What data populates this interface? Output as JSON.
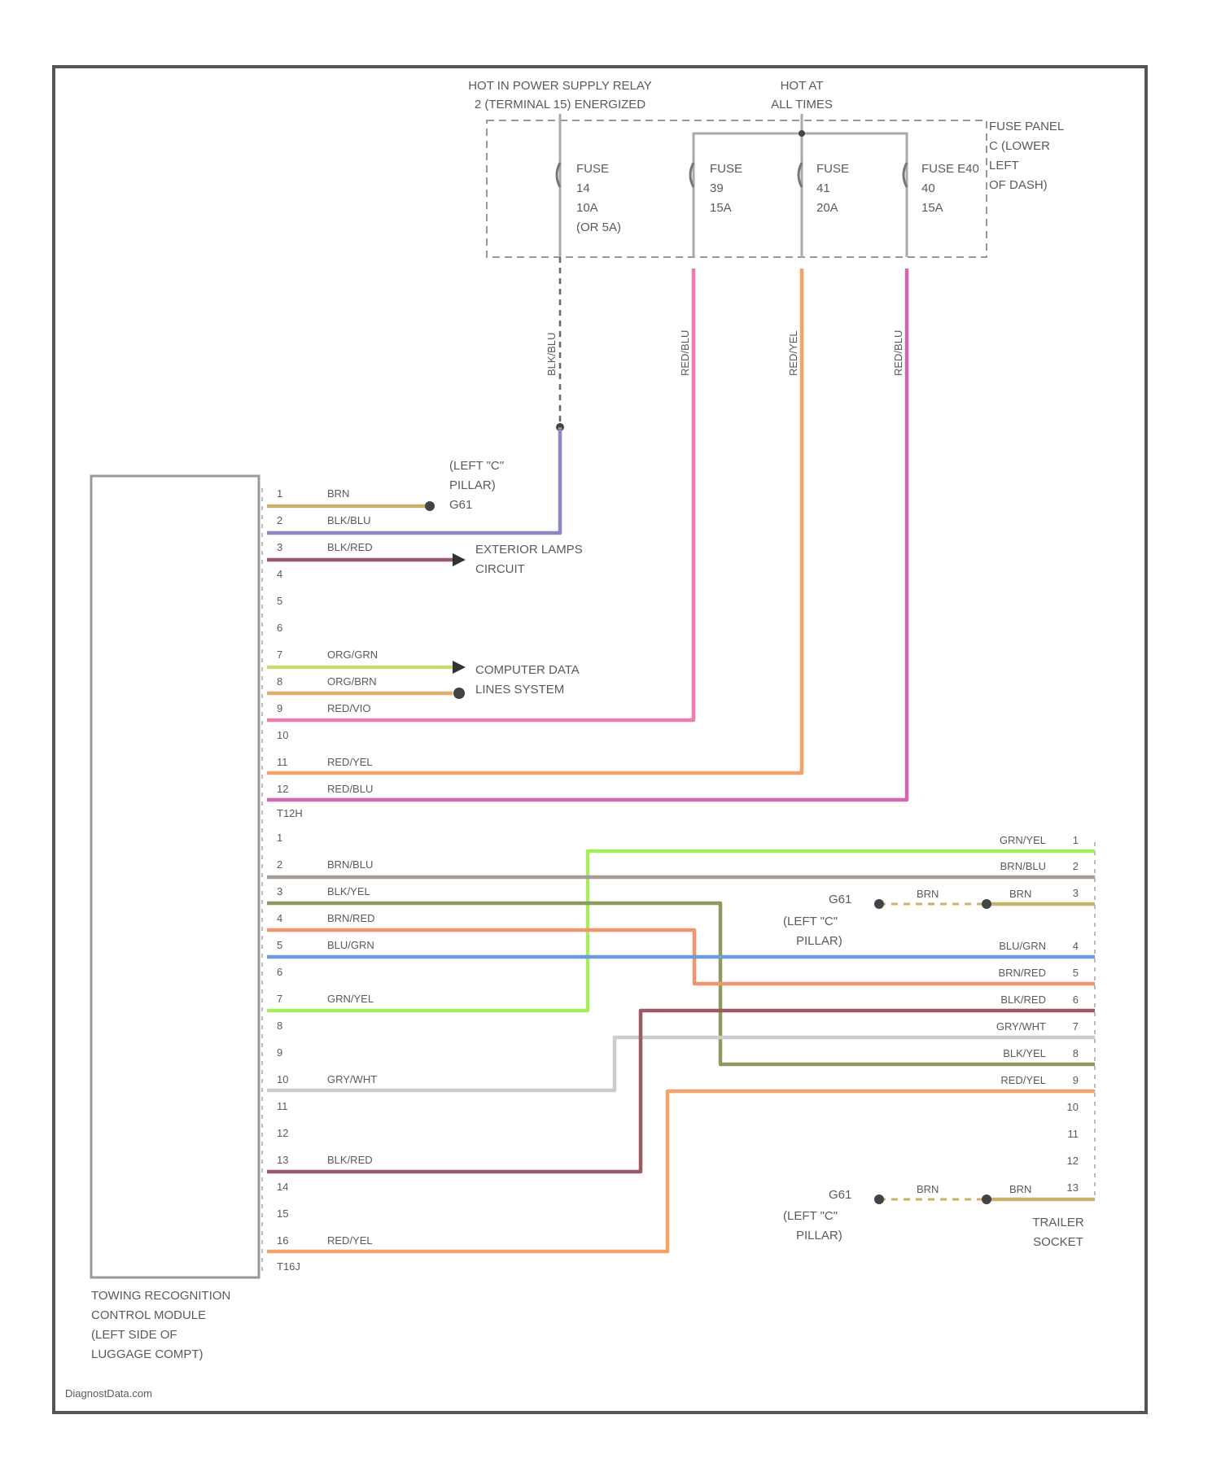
{
  "header": {
    "relay_line1": "HOT IN POWER SUPPLY RELAY",
    "relay_line2": "2 (TERMINAL 15) ENERGIZED",
    "hot_line1": "HOT AT",
    "hot_line2": "ALL TIMES"
  },
  "fuse_panel": {
    "line1": "FUSE PANEL",
    "line2": "C (LOWER",
    "line3": "LEFT",
    "line4": "OF DASH)"
  },
  "fuses": [
    {
      "lines": [
        "FUSE",
        "14",
        "10A",
        "(OR 5A)"
      ]
    },
    {
      "lines": [
        "FUSE",
        "39",
        "15A"
      ]
    },
    {
      "lines": [
        "FUSE",
        "41",
        "20A"
      ]
    },
    {
      "lines": [
        "FUSE E40",
        "40",
        "15A"
      ]
    }
  ],
  "vertical_wire_labels": [
    "BLK/BLU",
    "RED/BLU",
    "RED/YEL",
    "RED/BLU"
  ],
  "module": {
    "line1": "TOWING RECOGNITION",
    "line2": "CONTROL MODULE",
    "line3": "(LEFT SIDE OF",
    "line4": "LUGGAGE COMPT)"
  },
  "connector1": {
    "name": "T12H",
    "pins": [
      "1",
      "2",
      "3",
      "4",
      "5",
      "6",
      "7",
      "8",
      "9",
      "10",
      "11",
      "12"
    ],
    "wire_labels": {
      "p1": "BRN",
      "p2": "BLK/BLU",
      "p3": "BLK/RED",
      "p7": "ORG/GRN",
      "p8": "ORG/BRN",
      "p9": "RED/VIO",
      "p11": "RED/YEL",
      "p12": "RED/BLU"
    }
  },
  "connector2": {
    "name": "T16J",
    "pins": [
      "1",
      "2",
      "3",
      "4",
      "5",
      "6",
      "7",
      "8",
      "9",
      "10",
      "11",
      "12",
      "13",
      "14",
      "15",
      "16"
    ],
    "wire_labels": {
      "p2": "BRN/BLU",
      "p3": "BLK/YEL",
      "p4": "BRN/RED",
      "p5": "BLU/GRN",
      "p7": "GRN/YEL",
      "p10": "GRY/WHT",
      "p13": "BLK/RED",
      "p16": "RED/YEL"
    }
  },
  "ground_g1": {
    "line1": "(LEFT \"C\"",
    "line2": "PILLAR)",
    "code": "G61"
  },
  "ground_g2": {
    "code": "G61",
    "line1": "(LEFT \"C\"",
    "line2": "PILLAR)"
  },
  "ground_g3": {
    "code": "G61",
    "line1": "(LEFT \"C\"",
    "line2": "PILLAR)"
  },
  "destinations": {
    "exterior_line1": "EXTERIOR LAMPS",
    "exterior_line2": "CIRCUIT",
    "data_line1": "COMPUTER DATA",
    "data_line2": "LINES SYSTEM"
  },
  "trailer_socket": {
    "line1": "TRAILER",
    "line2": "SOCKET",
    "pins": [
      "1",
      "2",
      "3",
      "4",
      "5",
      "6",
      "7",
      "8",
      "9",
      "10",
      "11",
      "12",
      "13"
    ],
    "wire_labels": [
      "GRN/YEL",
      "BRN/BLU",
      "BRN",
      "BLU/GRN",
      "BRN/RED",
      "BLK/RED",
      "GRY/WHT",
      "BLK/YEL",
      "RED/YEL"
    ],
    "splice_labels": [
      "BRN",
      "BRN",
      "BRN",
      "BRN"
    ]
  },
  "colors": {
    "frame": "#555555",
    "brown": "#c9b26a",
    "blk_blu": "#8a88c4",
    "blk_red": "#9a5a66",
    "org_grn": "#cfd870",
    "org_brn": "#e3ad6a",
    "red_blu": "#f07ab0",
    "red_yel": "#f5a168",
    "red_blu2": "#d267b0",
    "grn_yel": "#a6ec5c",
    "brn_blu": "#a89a96",
    "blk_yel": "#8c9a62",
    "brn_red": "#f0956c",
    "blu_grn": "#6e9ad8",
    "gry_wht": "#cccccc"
  },
  "watermark": "DiagnostData.com"
}
